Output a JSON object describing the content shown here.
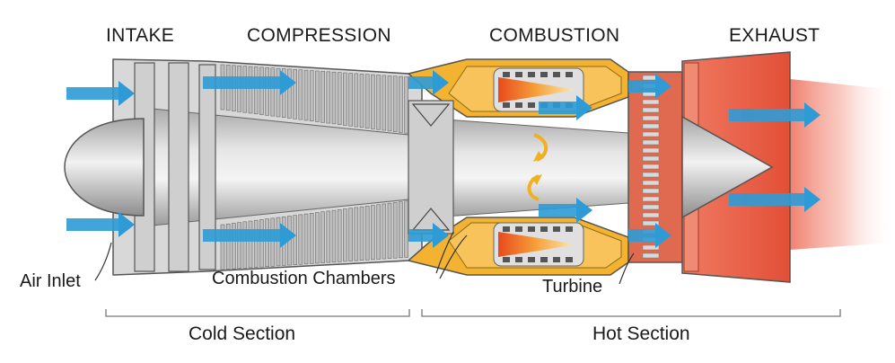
{
  "stages": {
    "intake": "INTAKE",
    "compression": "COMPRESSION",
    "combustion": "COMBUSTION",
    "exhaust": "EXHAUST"
  },
  "parts": {
    "air_inlet": "Air Inlet",
    "combustion_chambers": "Combustion Chambers",
    "turbine": "Turbine"
  },
  "sections": {
    "cold": "Cold Section",
    "hot": "Hot Section"
  },
  "colors": {
    "airflow": "#2e9bd6",
    "casing": "#b9b9b9",
    "combustion_casing": "#f3b331",
    "exhaust_casing": "#e8553b",
    "flame": "#f08a24",
    "text": "#1a1a1a"
  },
  "icons": {
    "airflow": "arrow-right-icon",
    "rotation": "rotation-arrows-icon"
  }
}
